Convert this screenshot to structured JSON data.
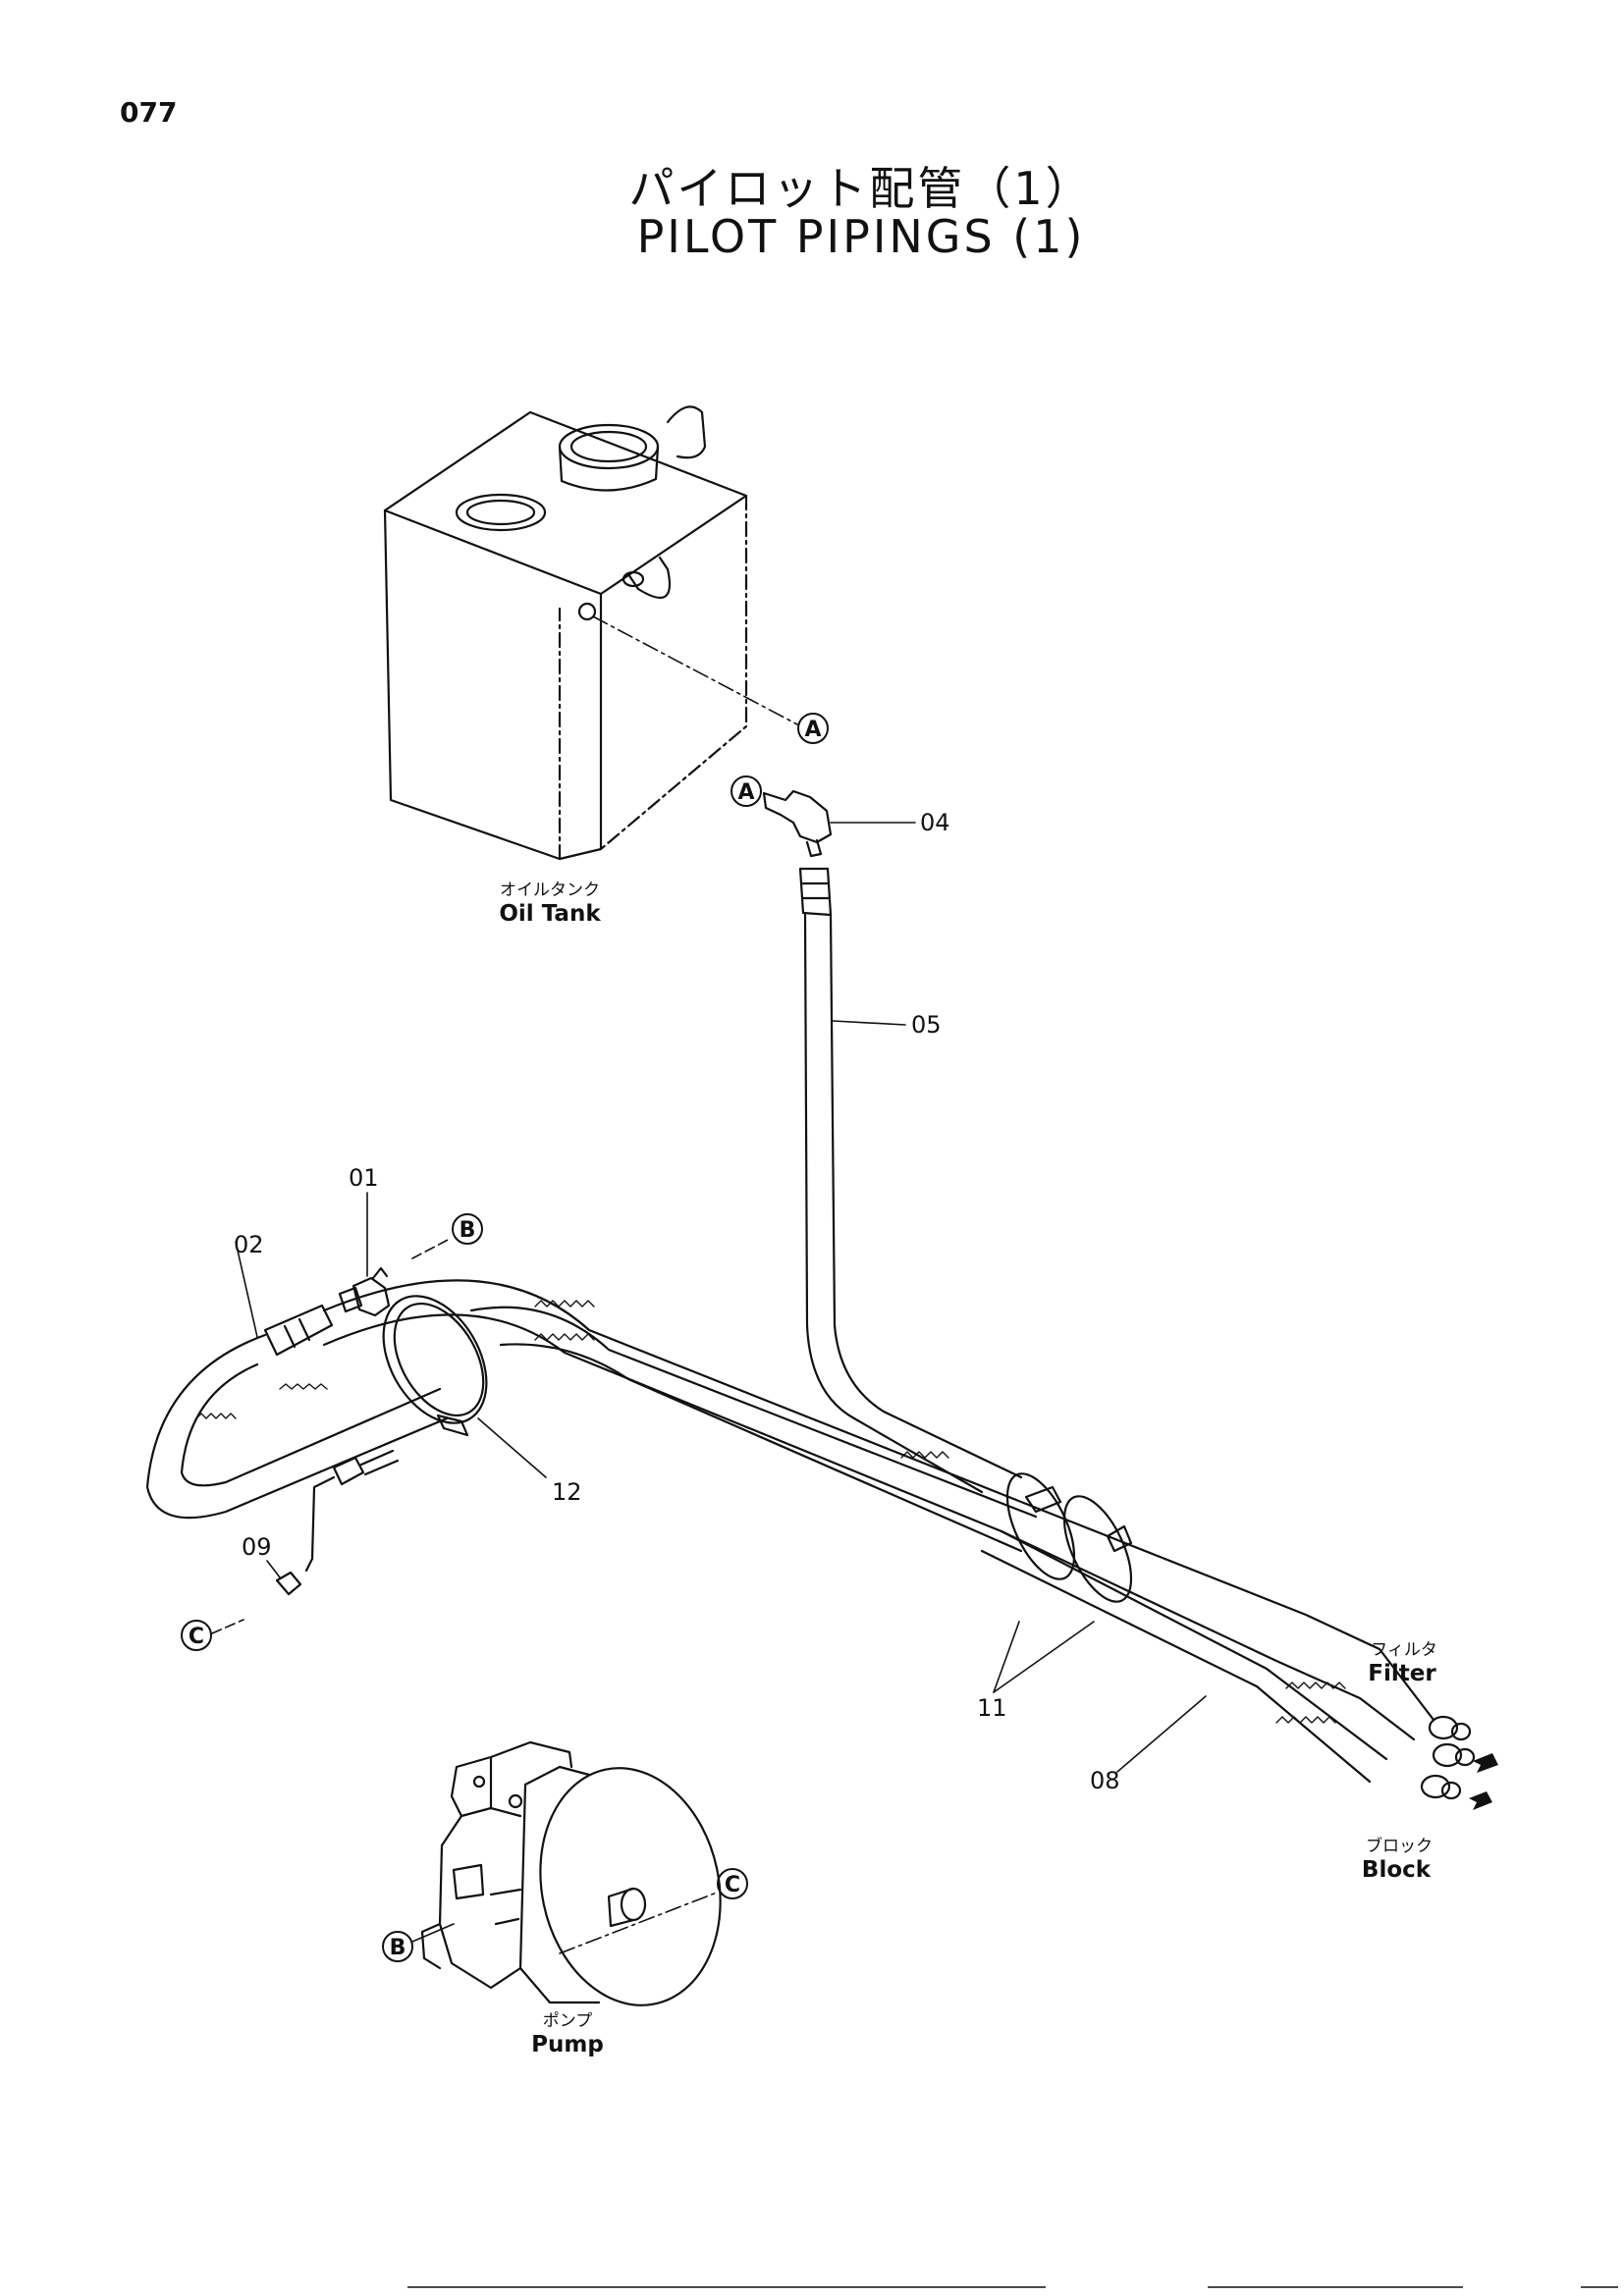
{
  "page_number": "077",
  "title_jp": "パイロット配管（1）",
  "title_en": "PILOT PIPINGS (1)",
  "components": {
    "oil_tank": {
      "jp": "オイルタンク",
      "en": "Oil Tank"
    },
    "pump": {
      "jp": "ポンプ",
      "en": "Pump"
    },
    "filter": {
      "jp": "フィルタ",
      "en": "Filter"
    },
    "block": {
      "jp": "ブロック",
      "en": "Block"
    }
  },
  "part_numbers": {
    "p01": "01",
    "p02": "02",
    "p04": "04",
    "p05": "05",
    "p08": "08",
    "p09": "09",
    "p11": "11",
    "p12": "12"
  },
  "connection_refs": {
    "A": "A",
    "B": "B",
    "C": "C"
  }
}
